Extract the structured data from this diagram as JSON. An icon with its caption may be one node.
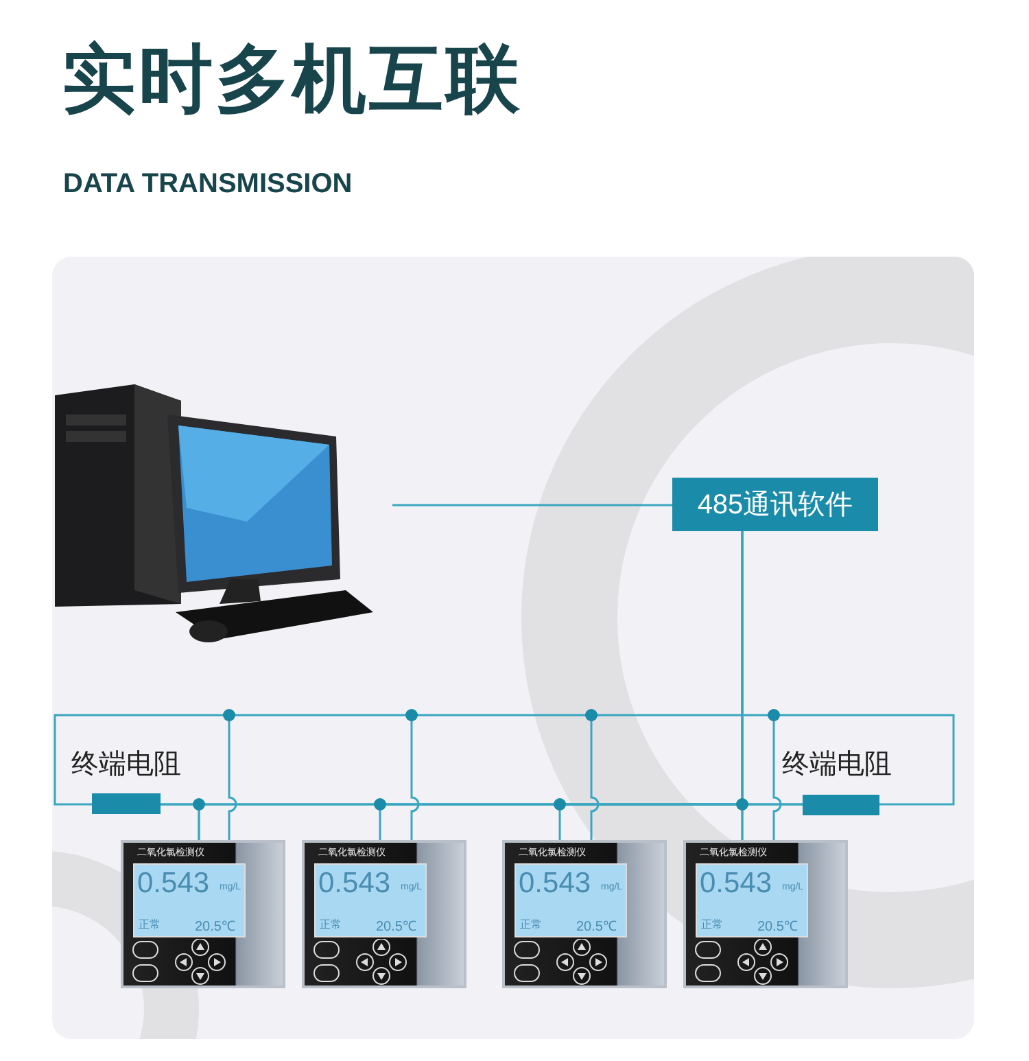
{
  "diagram": {
    "title": "实时多机互联",
    "nodes": [
      {
        "text": [],
        "shape": "picture"
      },
      {
        "text": [
          "485通讯软件"
        ]
      },
      {
        "text": [],
        "shape": "bar",
        "beside": [
          "终端电阻"
        ]
      },
      {
        "text": [],
        "shape": "bar",
        "beside": [
          "终端电阻"
        ]
      },
      {
        "text": [
          "二氧化氯检测仪",
          "0.543",
          "mg/L",
          "正常",
          "20.5℃"
        ]
      },
      {
        "text": [
          "二氧化氯检测仪",
          "0.543",
          "mg/L",
          "正常",
          "20.5℃"
        ]
      },
      {
        "text": [
          "二氧化氯检测仪",
          "0.543",
          "mg/L",
          "正常",
          "20.5℃"
        ]
      },
      {
        "text": [
          "二氧化氯检测仪",
          "0.543",
          "mg/L",
          "正常",
          "20.5℃"
        ]
      }
    ],
    "edges": [
      {
        "from": 0,
        "to": 1,
        "arrow": "none"
      },
      {
        "from": 1,
        "to": 4,
        "arrow": "none"
      },
      {
        "from": 1,
        "to": 5,
        "arrow": "none"
      },
      {
        "from": 1,
        "to": 6,
        "arrow": "none"
      },
      {
        "from": 1,
        "to": 7,
        "arrow": "none"
      },
      {
        "from": 2,
        "to": 4,
        "arrow": "none"
      },
      {
        "from": 7,
        "to": 3,
        "arrow": "none"
      }
    ],
    "labels": [
      "DATA TRANSMISSION"
    ]
  }
}
